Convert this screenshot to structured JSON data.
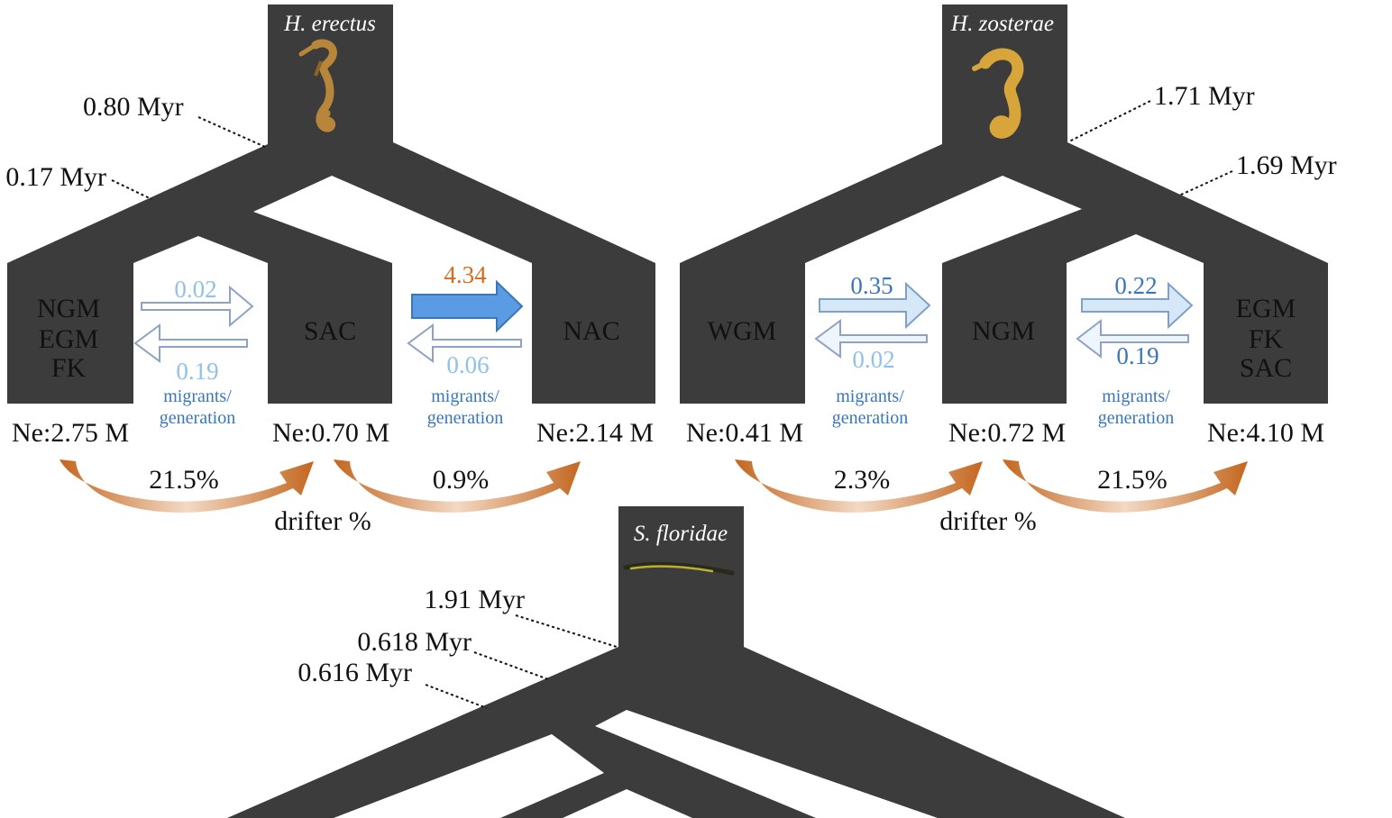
{
  "colors": {
    "tree": "#3c3c3c",
    "background": "#ffffff",
    "pop_pink": "#d46a7c",
    "pop_tan": "#e8c58b",
    "pop_yellow": "#ead66a",
    "pop_blue": "#8ea3d6",
    "pop_green": "#b6d68b",
    "pop_purple": "#a98bcc",
    "migration_light": "#8fc1ea",
    "migration_dark": "#3a76b8",
    "migration_high": "#d46c1d",
    "arrow_fill": "#d6e8f7",
    "arrow_strong": "#4a90dc",
    "drift_arrow": "#c4661f"
  },
  "species": {
    "erectus": "H. erectus",
    "zosterae": "H. zosterae",
    "floridae": "S. floridae"
  },
  "images": {
    "erectus": "seahorse-brown",
    "zosterae": "seahorse-yellow",
    "floridae": "pipefish-green"
  },
  "divergence": {
    "erectus_root": "0.80 Myr",
    "erectus_split": "0.17 Myr",
    "zosterae_root": "1.71 Myr",
    "zosterae_split": "1.69 Myr",
    "floridae_root": "1.91 Myr",
    "floridae_split1": "0.618 Myr",
    "floridae_split2": "0.616 Myr"
  },
  "populations": {
    "erectus": [
      {
        "lines": [
          [
            "NGM",
            "#d46a7c"
          ],
          [
            "EGM",
            "#e8c58b"
          ],
          [
            "FK",
            "#ead66a"
          ]
        ],
        "ne": "Ne:2.75 M"
      },
      {
        "lines": [
          [
            "SAC",
            "#8ea3d6"
          ]
        ],
        "ne": "Ne:0.70 M"
      },
      {
        "lines": [
          [
            "NAC",
            "#b6d68b"
          ]
        ],
        "ne": "Ne:2.14 M"
      }
    ],
    "zosterae": [
      {
        "lines": [
          [
            "WGM",
            "#a98bcc"
          ]
        ],
        "ne": "Ne:0.41 M"
      },
      {
        "lines": [
          [
            "NGM",
            "#d46a7c"
          ]
        ],
        "ne": "Ne:0.72 M"
      },
      {
        "lines": [
          [
            "EGM",
            "#e8c58b"
          ],
          [
            "FK",
            "#ead66a"
          ],
          [
            "SAC",
            "#8ea3d6"
          ]
        ],
        "ne": "Ne:4.10 M"
      }
    ]
  },
  "migration": {
    "erectus": [
      {
        "right": "0.02",
        "left": "0.19"
      },
      {
        "right": "4.34",
        "left": "0.06"
      }
    ],
    "zosterae": [
      {
        "right": "0.35",
        "left": "0.02"
      },
      {
        "right": "0.22",
        "left": "0.19"
      }
    ],
    "unit_line1": "migrants/",
    "unit_line2": "generation"
  },
  "drifters": {
    "erectus": [
      "21.5%",
      "0.9%"
    ],
    "zosterae": [
      "2.3%",
      "21.5%"
    ],
    "label": "drifter %"
  }
}
